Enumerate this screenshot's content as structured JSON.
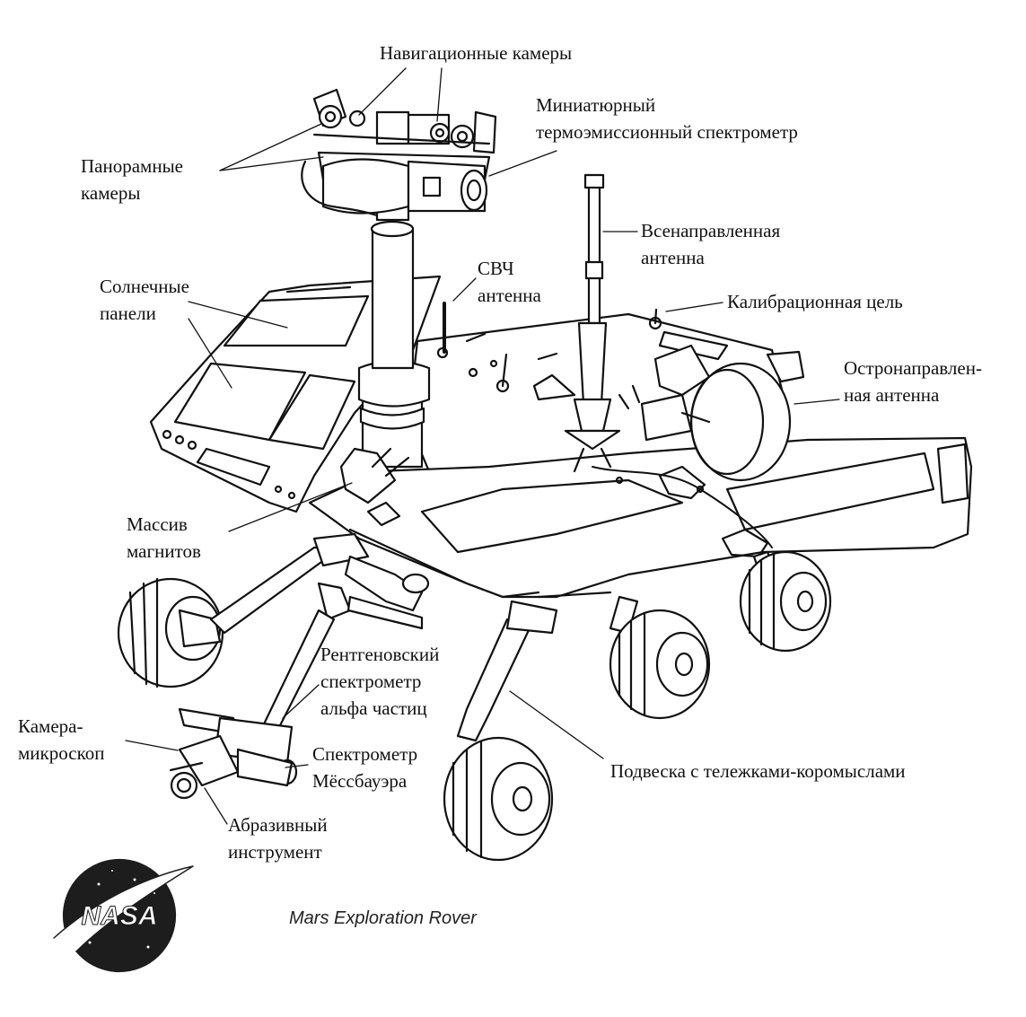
{
  "labels": {
    "nav_cameras": [
      "Навигационные камеры"
    ],
    "mini_tes": [
      "Миниатюрный",
      "термоэмиссионный спектрометр"
    ],
    "pancam": [
      "Панорамные",
      "камеры"
    ],
    "omni_antenna": [
      "Всенаправленная",
      "антенна"
    ],
    "uhf_antenna": [
      "СВЧ",
      "антенна"
    ],
    "solar_panels": [
      "Солнечные",
      "панели"
    ],
    "calibration": [
      "Калибрационная цель"
    ],
    "hga": [
      "Остронаправлен-",
      "ная антенна"
    ],
    "magnets": [
      "Массив",
      "магнитов"
    ],
    "apxs": [
      "Рентгеновский",
      "спектрометр",
      "альфа частиц"
    ],
    "microscope": [
      "Камера-",
      "микроскоп"
    ],
    "mossbauer": [
      "Спектрометр",
      "Мёссбауэра"
    ],
    "suspension": [
      "Подвеска с тележками-коромыслами"
    ],
    "rat": [
      "Абразивный",
      "инструмент"
    ]
  },
  "caption": "Mars Exploration Rover",
  "logo_text": "NASA",
  "colors": {
    "ink": "#111111",
    "logo_blue": "#1d1d1d"
  }
}
